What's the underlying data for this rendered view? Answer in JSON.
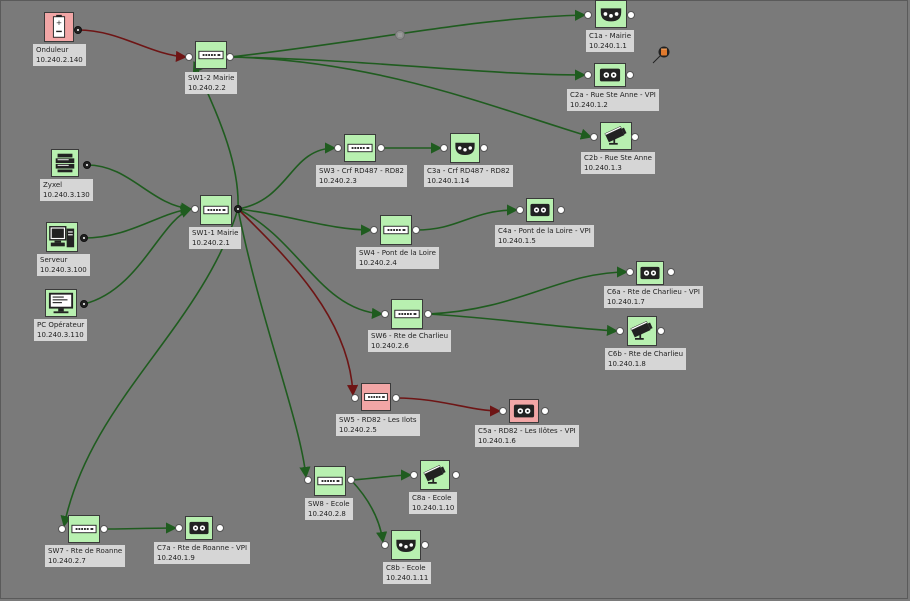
{
  "colors": {
    "background": "#7a7a7a",
    "link_up": "#1f5c1f",
    "link_down": "#6e1515",
    "node_up": "#b8f0b0",
    "node_down": "#f2a6a6"
  },
  "nodes": {
    "ups": {
      "name": "Onduleur",
      "ip": "10.240.2.140",
      "icon": "battery-icon",
      "status": "down"
    },
    "sw12": {
      "name": "SW1-2 Mairie",
      "ip": "10.240.2.2",
      "icon": "switch-icon",
      "status": "up"
    },
    "c1a": {
      "name": "C1a - Mairie",
      "ip": "10.240.1.1",
      "icon": "dome-camera-icon",
      "status": "up"
    },
    "c2a": {
      "name": "C2a - Rue Ste Anne - VPI",
      "ip": "10.240.1.2",
      "icon": "plate-reader-camera-icon",
      "status": "up"
    },
    "c2b": {
      "name": "C2b - Rue Ste Anne",
      "ip": "10.240.1.3",
      "icon": "bullet-camera-icon",
      "status": "up"
    },
    "zyxel": {
      "name": "Zyxel",
      "ip": "10.240.3.130",
      "icon": "router-icon",
      "status": "up"
    },
    "server": {
      "name": "Serveur",
      "ip": "10.240.3.100",
      "icon": "server-icon",
      "status": "up"
    },
    "pc": {
      "name": "PC Opérateur",
      "ip": "10.240.3.110",
      "icon": "monitor-icon",
      "status": "up"
    },
    "sw11": {
      "name": "SW1-1 Mairie",
      "ip": "10.240.2.1",
      "icon": "switch-icon",
      "status": "up"
    },
    "sw3": {
      "name": "SW3 - Crf RD487 - RD82",
      "ip": "10.240.2.3",
      "icon": "switch-icon",
      "status": "up"
    },
    "c3a": {
      "name": "C3a - Crf RD487 - RD82",
      "ip": "10.240.1.14",
      "icon": "dome-camera-icon",
      "status": "up"
    },
    "sw4": {
      "name": "SW4 - Pont de la Loire",
      "ip": "10.240.2.4",
      "icon": "switch-icon",
      "status": "up"
    },
    "c4a": {
      "name": "C4a - Pont de la Loire - VPI",
      "ip": "10.240.1.5",
      "icon": "plate-reader-camera-icon",
      "status": "up"
    },
    "sw6": {
      "name": "SW6 - Rte de Charlieu",
      "ip": "10.240.2.6",
      "icon": "switch-icon",
      "status": "up"
    },
    "c6a": {
      "name": "C6a - Rte de Charlieu - VPI",
      "ip": "10.240.1.7",
      "icon": "plate-reader-camera-icon",
      "status": "up"
    },
    "c6b": {
      "name": "C6b - Rte de Charlieu",
      "ip": "10.240.1.8",
      "icon": "bullet-camera-icon",
      "status": "up"
    },
    "sw5": {
      "name": "SW5 - RD82 - Les Ilots",
      "ip": "10.240.2.5",
      "icon": "switch-icon",
      "status": "down"
    },
    "c5a": {
      "name": "C5a - RD82 - Les Ilôtes - VPI",
      "ip": "10.240.1.6",
      "icon": "plate-reader-camera-icon",
      "status": "down"
    },
    "sw8": {
      "name": "SW8 - Ecole",
      "ip": "10.240.2.8",
      "icon": "switch-icon",
      "status": "up"
    },
    "c8a": {
      "name": "C8a - Ecole",
      "ip": "10.240.1.10",
      "icon": "bullet-camera-icon",
      "status": "up"
    },
    "c8b": {
      "name": "C8b - Ecole",
      "ip": "10.240.1.11",
      "icon": "dome-camera-icon",
      "status": "up"
    },
    "sw7": {
      "name": "SW7 - Rte de Roanne",
      "ip": "10.240.2.7",
      "icon": "switch-icon",
      "status": "up"
    },
    "c7a": {
      "name": "C7a - Rte de Roanne - VPI",
      "ip": "10.240.1.9",
      "icon": "plate-reader-camera-icon",
      "status": "up"
    }
  },
  "links": [
    {
      "from": "ups",
      "to": "sw12",
      "status": "down"
    },
    {
      "from": "sw12",
      "to": "c1a",
      "status": "up"
    },
    {
      "from": "sw12",
      "to": "c2a",
      "status": "up"
    },
    {
      "from": "sw12",
      "to": "c2b",
      "status": "up"
    },
    {
      "from": "sw11",
      "to": "sw12",
      "status": "up"
    },
    {
      "from": "zyxel",
      "to": "sw11",
      "status": "up"
    },
    {
      "from": "server",
      "to": "sw11",
      "status": "up"
    },
    {
      "from": "pc",
      "to": "sw11",
      "status": "up"
    },
    {
      "from": "sw11",
      "to": "sw3",
      "status": "up"
    },
    {
      "from": "sw3",
      "to": "c3a",
      "status": "up"
    },
    {
      "from": "sw11",
      "to": "sw4",
      "status": "up"
    },
    {
      "from": "sw4",
      "to": "c4a",
      "status": "up"
    },
    {
      "from": "sw11",
      "to": "sw6",
      "status": "up"
    },
    {
      "from": "sw6",
      "to": "c6a",
      "status": "up"
    },
    {
      "from": "sw6",
      "to": "c6b",
      "status": "up"
    },
    {
      "from": "sw11",
      "to": "sw5",
      "status": "down"
    },
    {
      "from": "sw5",
      "to": "c5a",
      "status": "down"
    },
    {
      "from": "sw11",
      "to": "sw8",
      "status": "up"
    },
    {
      "from": "sw8",
      "to": "c8a",
      "status": "up"
    },
    {
      "from": "sw8",
      "to": "c8b",
      "status": "up"
    },
    {
      "from": "sw11",
      "to": "sw7",
      "status": "up"
    },
    {
      "from": "sw7",
      "to": "c7a",
      "status": "up"
    }
  ],
  "misc": {
    "trash_icon": "trash-icon",
    "indicator_icon": "cursor-indicator-icon"
  }
}
